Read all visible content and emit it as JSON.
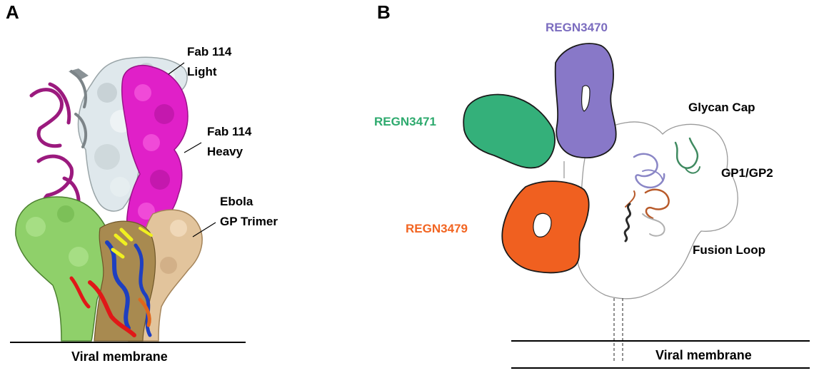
{
  "panel_a": {
    "letter": "A",
    "label_fab_light": [
      "Fab 114",
      "Light"
    ],
    "label_fab_heavy": [
      "Fab 114",
      "Heavy"
    ],
    "label_gp_trimer": [
      "Ebola",
      "GP Trimer"
    ],
    "membrane_label": "Viral membrane"
  },
  "panel_b": {
    "letter": "B",
    "antibodies": [
      {
        "name": "REGN3470",
        "color": "#7b6cbf"
      },
      {
        "name": "REGN3471",
        "color": "#2eaa6e"
      },
      {
        "name": "REGN3479",
        "color": "#f26522"
      }
    ],
    "label_glycan_cap": "Glycan Cap",
    "label_gp1_gp2": "GP1/GP2",
    "label_fusion_loop": "Fusion Loop",
    "membrane_label": "Viral membrane"
  },
  "colors": {
    "fab_light": "#d8e4e8",
    "fab_heavy": "#e020c8",
    "gp_protomer_green": "#8fd06a",
    "gp_protomer_tan": "#e2c49c",
    "gp_protomer_brown": "#9a7a40",
    "ribbon_blue": "#1e3fc0",
    "ribbon_red": "#e01818",
    "ribbon_yellow": "#f0f020",
    "ribbon_purple": "#9b1a7e",
    "fab_purple": "#7b6cbf",
    "fab_green": "#2eaa6e",
    "fab_orange": "#f26522"
  }
}
